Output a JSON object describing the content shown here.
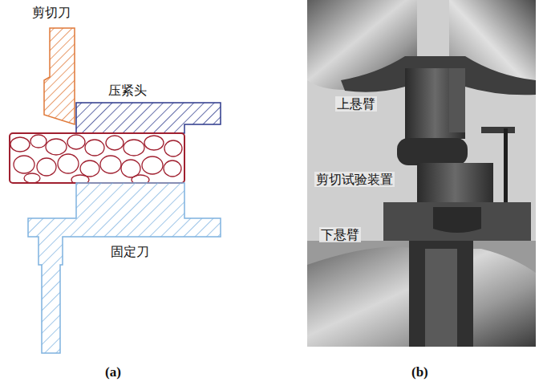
{
  "diagram": {
    "labels": [
      "剪切刀",
      "压紧头",
      "固定刀",
      "上悬臂",
      "剪切试验装置",
      "下悬臂",
      "(a)",
      "(b)"
    ]
  }
}
